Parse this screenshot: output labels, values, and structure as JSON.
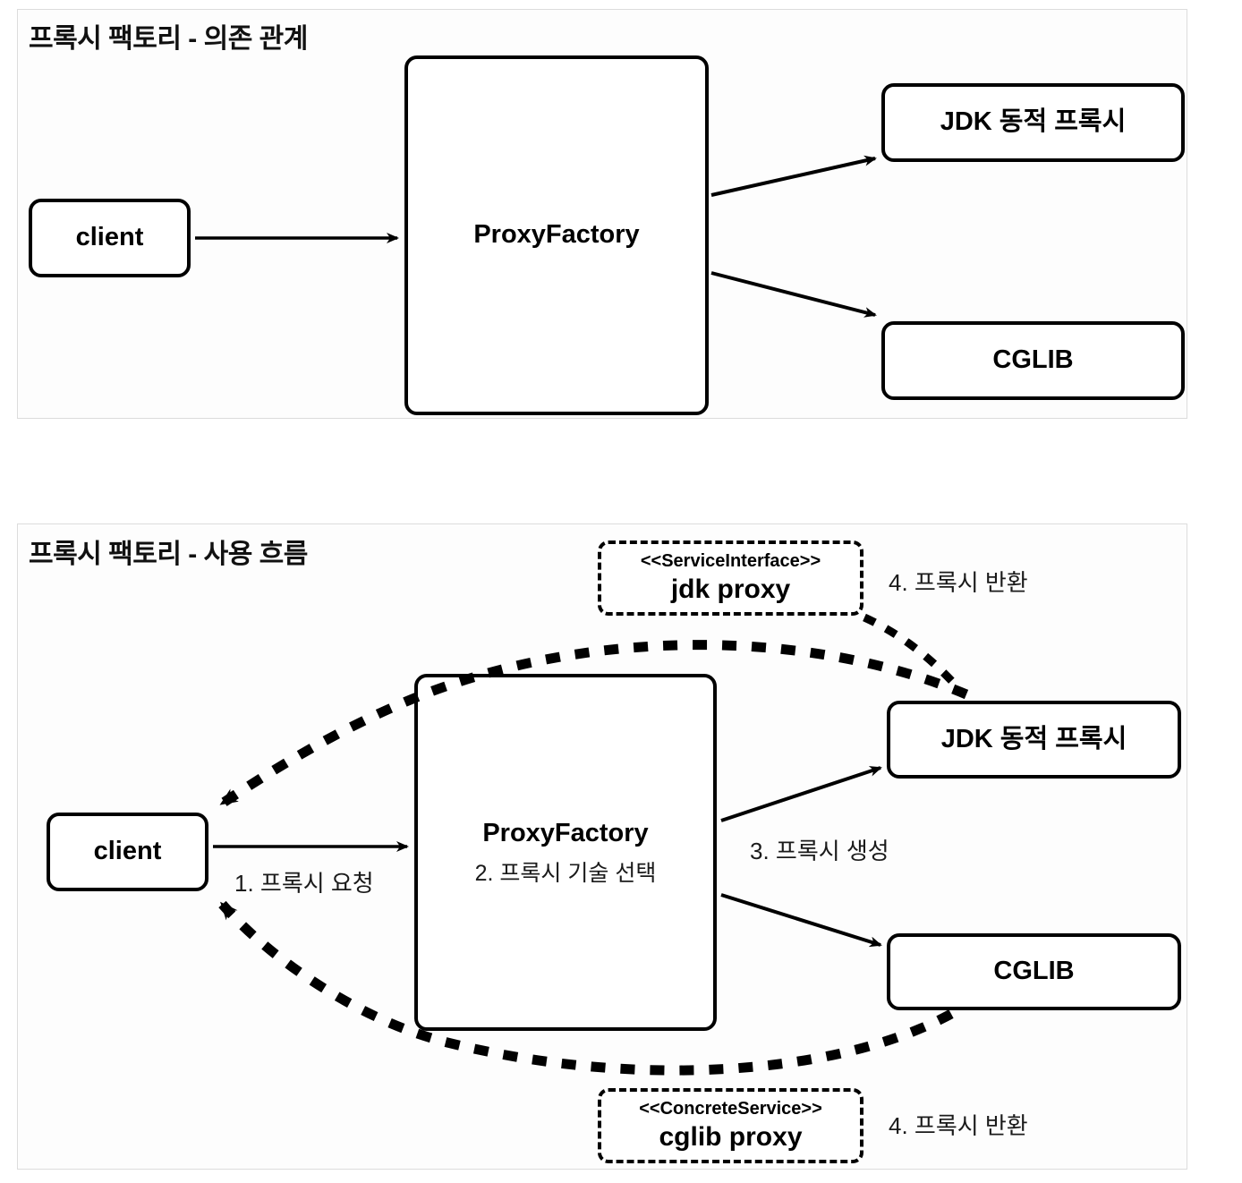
{
  "panels": [
    {
      "id": "dependency",
      "title": "프록시 팩토리 - 의존 관계",
      "nodes": {
        "client": "client",
        "factory": "ProxyFactory",
        "jdk": "JDK 동적 프록시",
        "cglib": "CGLIB"
      }
    },
    {
      "id": "flow",
      "title": "프록시 팩토리 - 사용 흐름",
      "nodes": {
        "client": "client",
        "factory": "ProxyFactory",
        "factory_step": "2. 프록시 기술 선택",
        "jdk": "JDK 동적 프록시",
        "cglib": "CGLIB"
      },
      "proxies": {
        "jdk_stereotype": "<<ServiceInterface>>",
        "jdk_name": "jdk proxy",
        "cglib_stereotype": "<<ConcreteService>>",
        "cglib_name": "cglib proxy"
      },
      "steps": {
        "step1": "1. 프록시 요청",
        "step3": "3. 프록시 생성",
        "step4_top": "4. 프록시 반환",
        "step4_bottom": "4. 프록시 반환"
      }
    }
  ],
  "colors": {
    "stroke": "#000000",
    "panel_border": "#dcdcdc",
    "background": "#ffffff",
    "text": "#111111"
  }
}
